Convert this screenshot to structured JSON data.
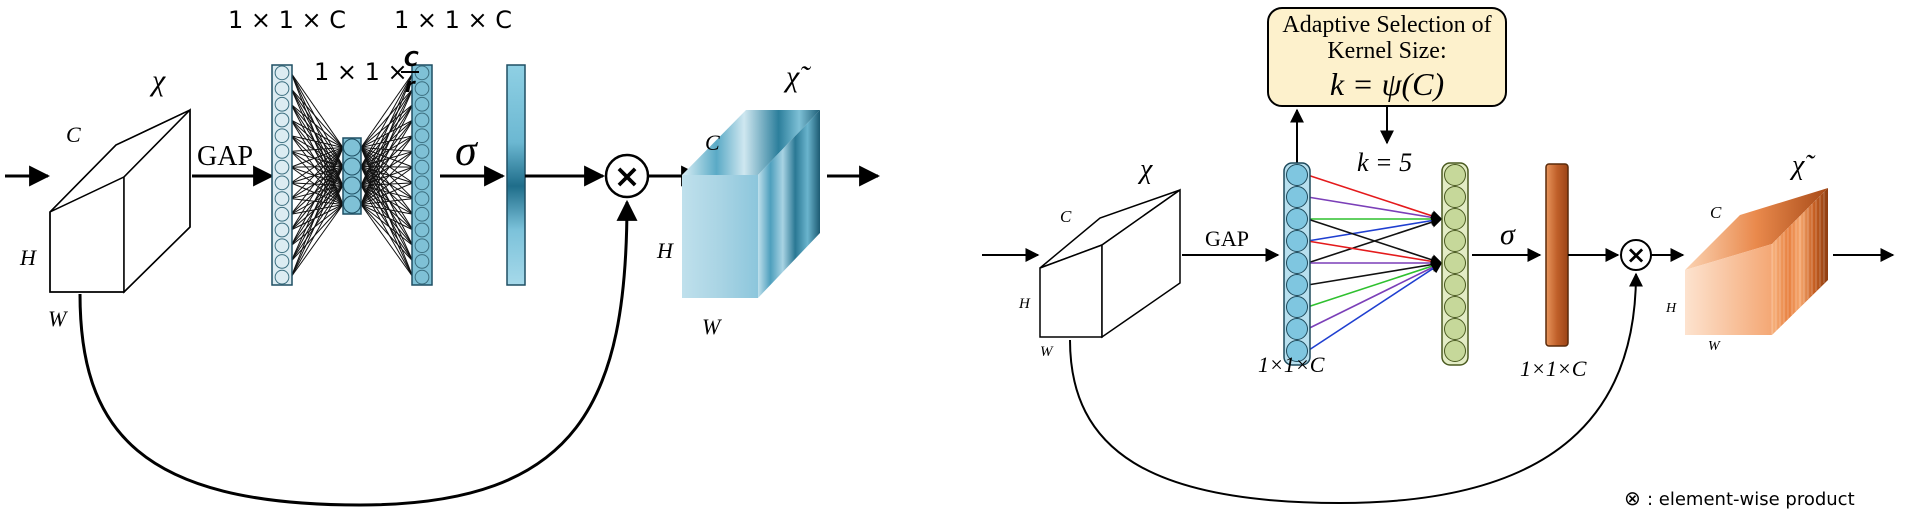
{
  "left_panel": {
    "input_label": "χ",
    "input_dims": {
      "c": "C",
      "h": "H",
      "w": "W"
    },
    "gap_label": "GAP",
    "fc_in_label": "1 × 1 × C",
    "fc_bottleneck_label": {
      "prefix": "1 × 1 ×",
      "numerator": "C",
      "denominator": "r"
    },
    "fc_out_label": "1 × 1 × C",
    "sigma": "σ",
    "multiply": "×",
    "output_label": "χ̃",
    "output_dims": {
      "c": "C",
      "h": "H",
      "w": "W"
    }
  },
  "right_panel": {
    "input_label": "χ",
    "input_dims": {
      "c": "C",
      "h": "H",
      "w": "W"
    },
    "gap_label": "GAP",
    "kernel_box": {
      "line1": "Adaptive Selection of",
      "line2": "Kernel Size:",
      "formula": "k = ψ(C)"
    },
    "k_value": "k = 5",
    "col1_label": "1×1×C",
    "sigma": "σ",
    "col2_label": "1×1×C",
    "multiply": "×",
    "output_label": "χ̃",
    "output_dims": {
      "c": "C",
      "h": "H",
      "w": "W"
    }
  },
  "legend": {
    "symbol": "⊗",
    "text": ": element-wise product"
  },
  "colors": {
    "se_blue_light": "#dcecf2",
    "se_blue_mid": "#7fc1d6",
    "se_blue_dark": "#1f6d8a",
    "eca_circle_blue": "#7fc6e0",
    "eca_circle_green": "#c6d89a",
    "eca_orange": "#c0602a",
    "kernel_box_fill": "#fdf1cc",
    "line_red": "#e41a1c",
    "line_purple": "#7b3fb8",
    "line_green": "#2fc02f",
    "line_blue": "#1f3fd0"
  }
}
